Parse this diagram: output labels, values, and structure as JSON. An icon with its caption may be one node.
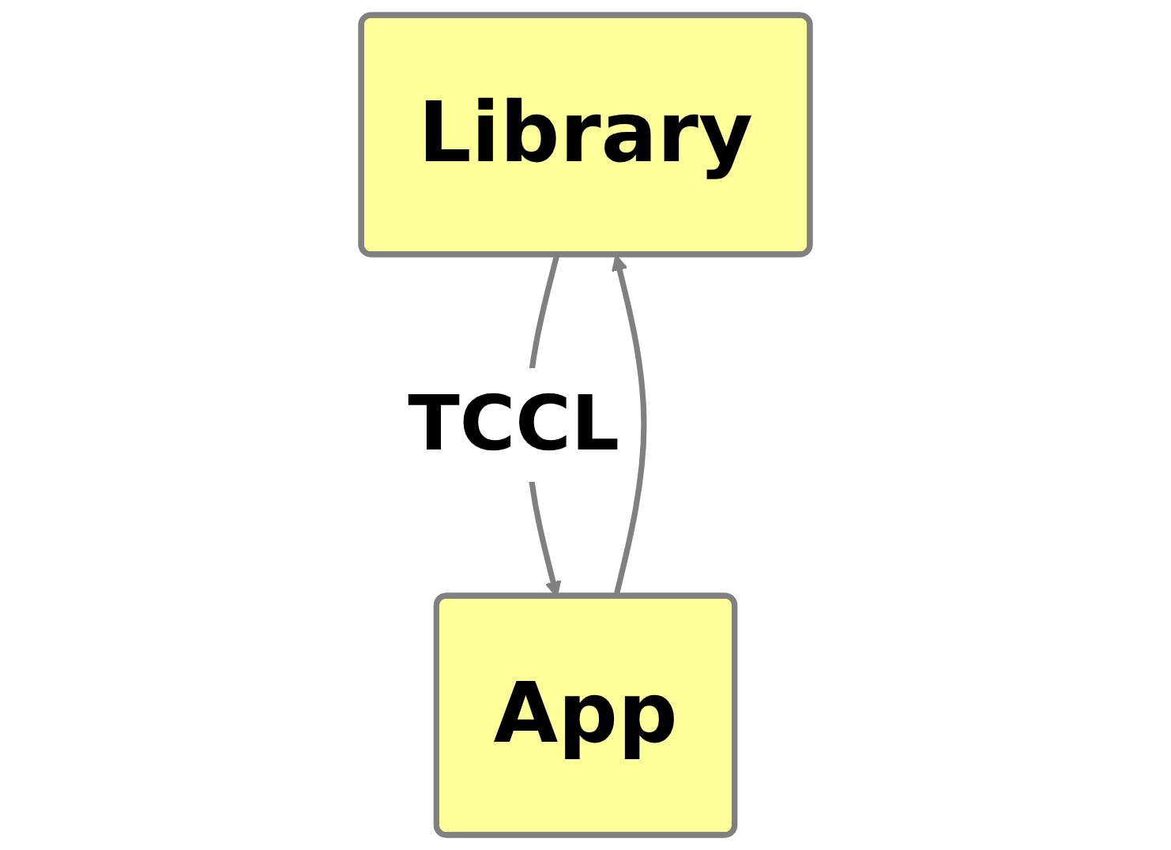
{
  "diagram": {
    "nodes": [
      {
        "text": [
          "Library"
        ]
      },
      {
        "text": [
          "App"
        ]
      }
    ],
    "edges": [
      {
        "from": 1,
        "to": 0,
        "arrow": "to"
      },
      {
        "from": 0,
        "to": 1,
        "label": "TCCL",
        "arrow": "to"
      }
    ]
  }
}
